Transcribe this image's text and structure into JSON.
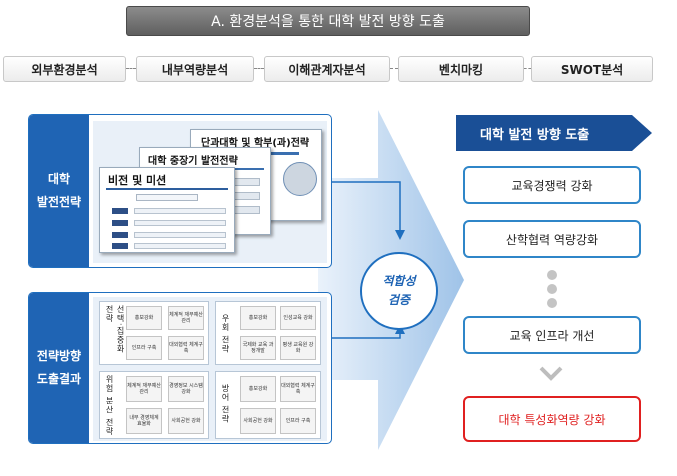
{
  "title": "A. 환경분석을 통한 대학 발전 방향 도출",
  "steps": [
    "외부환경분석",
    "내부역량분석",
    "이해관계자분석",
    "벤치마킹",
    "SWOT분석"
  ],
  "left_top": {
    "label_line1": "대학",
    "label_line2": "발전전략",
    "doc_back_title": "단과대학 및 학부(과)전략",
    "doc_mid_title": "대학 중장기 발전전략",
    "doc_front_title": "비전 및 미션"
  },
  "left_bottom": {
    "label_line1": "전략방향",
    "label_line2": "도출결과",
    "quadrants": [
      {
        "label": "선택·집중화 전략",
        "cells": [
          "홍보강화",
          "체계적 재무예산 관리",
          "인프라 구축",
          "대외협력 체계구축"
        ]
      },
      {
        "label": "우회 전략",
        "cells": [
          "홍보강화",
          "인성교육 강화",
          "국제화 교육 과정개발",
          "평생 교육원 강화"
        ]
      },
      {
        "label": "위험 분산 전략",
        "cells": [
          "체계적 재무예산 관리",
          "경영정보 시스템 강화",
          "내부 경영체계 효율화",
          "사회공헌 강화"
        ]
      },
      {
        "label": "방어 전략",
        "cells": [
          "홍보강화",
          "대외협력 체계구축",
          "사회공헌 강화",
          "인프라 구축"
        ]
      }
    ]
  },
  "center_circle": {
    "line1": "적합성",
    "line2": "검증"
  },
  "right": {
    "heading": "대학 발전 방향 도출",
    "items": [
      "교육경쟁력 강화",
      "산학협력 역량강화",
      "교육 인프라 개선"
    ],
    "final": "대학 특성화역량 강화"
  },
  "colors": {
    "accent_blue": "#1f64b4",
    "header_navy": "#1a4f96",
    "final_red": "#e02020"
  }
}
